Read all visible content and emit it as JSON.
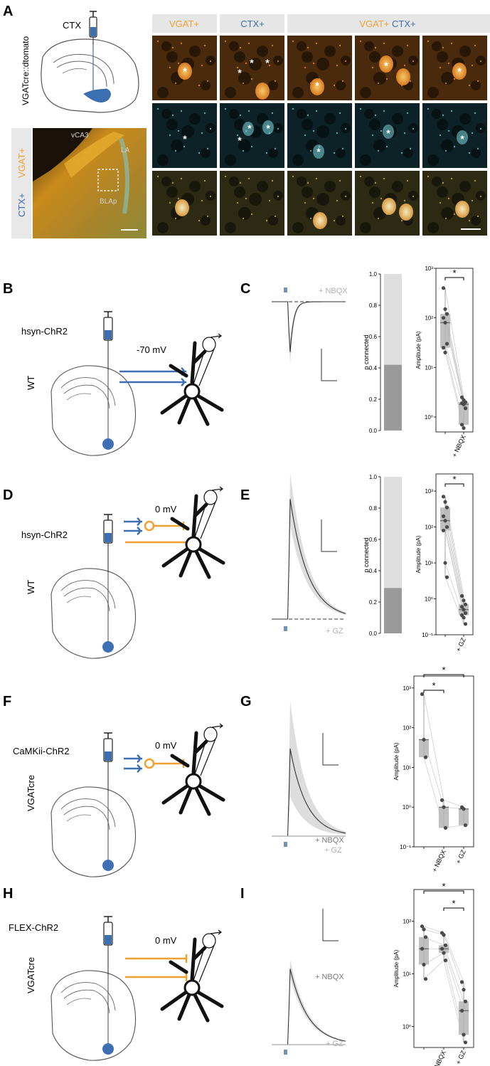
{
  "panels": {
    "A": "A",
    "B": "B",
    "C": "C",
    "D": "D",
    "E": "E",
    "F": "F",
    "G": "G",
    "H": "H",
    "I": "I"
  },
  "colors": {
    "orange": "#f0a030",
    "blue": "#3d6fb3",
    "cyan": "#7ed8e0",
    "dark_gray": "#9a9a9a",
    "light_gray": "#dedede",
    "header_bg": "#e6e6e6",
    "trace": "#333333",
    "band": "#d9d9d9",
    "stim": "#6d95ba"
  },
  "panelA": {
    "injection_label": "CTX",
    "mouse_line": "VGATcre::dtomato",
    "overview_labels": [
      "vCA3",
      "LA",
      "BLAp"
    ],
    "side_labels": [
      "VGAT+",
      "CTX+"
    ],
    "column_headers": [
      "VGAT+",
      "CTX+",
      "VGAT+ CTX+"
    ]
  },
  "panelB": {
    "virus": "hsyn-ChR2",
    "genotype": "WT",
    "holding": "-70 mV"
  },
  "panelC": {
    "drug_label": "+ NBQX",
    "bar_axis_label": "p connected",
    "bar_ticks": [
      "0.0",
      "0.2",
      "0.4",
      "0.6",
      "0.8",
      "1.0"
    ],
    "amp_axis_label": "Amplitude (pA)",
    "sig": "*",
    "x_tick": "+ NBQX"
  },
  "panelD": {
    "virus": "hsyn-ChR2",
    "genotype": "WT",
    "holding": "0 mV"
  },
  "panelE": {
    "drug_label": "+ GZ",
    "bar_axis_label": "p connected",
    "bar_ticks": [
      "0.0",
      "0.2",
      "0.4",
      "0.6",
      "0.8",
      "1.0"
    ],
    "amp_axis_label": "Amplitude (pA)",
    "sig": "*",
    "x_tick": "+ GZ"
  },
  "panelF": {
    "virus": "CaMKii-ChR2",
    "genotype": "VGATcre",
    "holding": "0 mV"
  },
  "panelG": {
    "drug_labels": [
      "+ NBQX",
      "+ GZ"
    ],
    "amp_axis_label": "Amplitude (pA)",
    "sig": [
      "*",
      "*"
    ],
    "x_ticks": [
      "+ NBQX",
      "+ GZ"
    ]
  },
  "panelH": {
    "virus": "FLEX-ChR2",
    "genotype": "VGATcre",
    "holding": "0 mV"
  },
  "panelI": {
    "drug_labels": [
      "+ NBQX",
      "+ GZ"
    ],
    "amp_axis_label": "Amplitude (pA)",
    "sig": [
      "*",
      "*"
    ],
    "x_ticks": [
      "+ NBQX",
      "+ GZ"
    ]
  },
  "chart_data": [
    {
      "type": "bar",
      "panel": "C",
      "ylabel": "p connected",
      "ylim": [
        0,
        1
      ],
      "series": [
        {
          "values": [
            0.42
          ]
        },
        {
          "values": [
            0.58
          ]
        }
      ]
    },
    {
      "type": "scatter",
      "panel": "C",
      "ylabel": "Amplitude (pA)",
      "yscale": "log",
      "ylim": [
        0.5,
        1000
      ],
      "categories": [
        "",
        "+ NBQX"
      ],
      "series": [
        {
          "values": [
            400,
            150,
            120,
            100,
            80,
            30,
            25,
            20
          ]
        },
        {
          "values": [
            2.5,
            2.2,
            2.0,
            1.9,
            1.8,
            1.5,
            0.7,
            0.6
          ]
        }
      ],
      "yticks": [
        "10⁰",
        "10¹",
        "10²",
        "10³"
      ]
    },
    {
      "type": "bar",
      "panel": "E",
      "ylabel": "p connected",
      "ylim": [
        0,
        1
      ],
      "series": [
        {
          "values": [
            0.29
          ]
        },
        {
          "values": [
            0.71
          ]
        }
      ]
    },
    {
      "type": "scatter",
      "panel": "E",
      "ylabel": "Amplitude (pA)",
      "yscale": "log",
      "ylim": [
        0.1,
        3000
      ],
      "categories": [
        "",
        "+ GZ"
      ],
      "series": [
        {
          "values": [
            700,
            500,
            350,
            200,
            150,
            100,
            80,
            10,
            4
          ]
        },
        {
          "values": [
            1.2,
            0.9,
            0.7,
            0.6,
            0.5,
            0.4,
            0.35,
            0.3,
            0.2
          ]
        }
      ],
      "yticks": [
        "10⁻¹",
        "10⁰",
        "10¹",
        "10²",
        "10³"
      ]
    },
    {
      "type": "scatter",
      "panel": "G",
      "ylabel": "Amplitude (pA)",
      "yscale": "log",
      "ylim": [
        0.1,
        2000
      ],
      "categories": [
        "",
        "+ NBQX",
        "+ GZ"
      ],
      "series": [
        {
          "values": [
            700,
            50,
            18
          ]
        },
        {
          "values": [
            1.5,
            1.0,
            0.3
          ]
        },
        {
          "values": [
            1.0,
            0.9,
            0.35
          ]
        }
      ],
      "yticks": [
        "10⁻¹",
        "10⁰",
        "10¹",
        "10²",
        "10³"
      ]
    },
    {
      "type": "scatter",
      "panel": "I",
      "ylabel": "Amplitude (pA)",
      "yscale": "log",
      "ylim": [
        0.4,
        400
      ],
      "categories": [
        "",
        "+ NBQX",
        "+ GZ"
      ],
      "series": [
        {
          "values": [
            80,
            70,
            50,
            30,
            15,
            8
          ]
        },
        {
          "values": [
            60,
            55,
            35,
            30,
            25,
            18
          ]
        },
        {
          "values": [
            7,
            5,
            3,
            2,
            0.7,
            0.5
          ]
        }
      ],
      "yticks": [
        "10⁰",
        "10¹",
        "10²"
      ]
    }
  ]
}
